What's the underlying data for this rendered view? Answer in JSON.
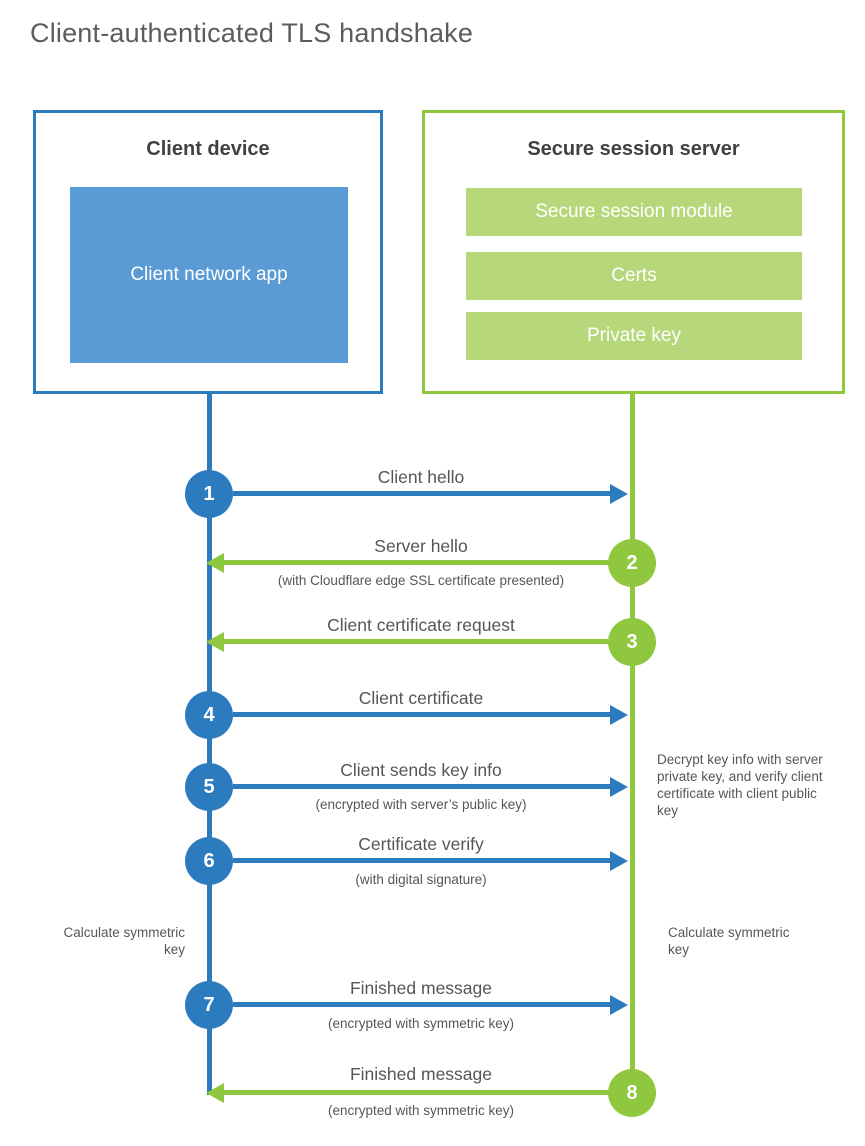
{
  "title": "Client-authenticated TLS handshake",
  "colors": {
    "blue": "#2d7bbf",
    "blue_light": "#5b9bd5",
    "green": "#8fc73e",
    "green_light": "#b6d77a"
  },
  "client": {
    "title": "Client device",
    "app_label": "Client network app"
  },
  "server": {
    "title": "Secure session server",
    "modules": {
      "0": "Secure session module",
      "1": "Certs",
      "2": "Private key"
    }
  },
  "messages": [
    {
      "num": "1",
      "from": "client",
      "label": "Client hello",
      "sublabel": ""
    },
    {
      "num": "2",
      "from": "server",
      "label": "Server hello",
      "sublabel": "(with Cloudflare edge SSL certificate presented)"
    },
    {
      "num": "3",
      "from": "server",
      "label": "Client certificate request",
      "sublabel": ""
    },
    {
      "num": "4",
      "from": "client",
      "label": "Client certificate",
      "sublabel": ""
    },
    {
      "num": "5",
      "from": "client",
      "label": "Client sends key info",
      "sublabel": "(encrypted with server’s public key)"
    },
    {
      "num": "6",
      "from": "client",
      "label": "Certificate verify",
      "sublabel": "(with digital signature)"
    },
    {
      "num": "7",
      "from": "client",
      "label": "Finished message",
      "sublabel": "(encrypted with symmetric key)"
    },
    {
      "num": "8",
      "from": "server",
      "label": "Finished message",
      "sublabel": "(encrypted with symmetric key)"
    }
  ],
  "notes": {
    "decrypt": "Decrypt key info with server private key, and verify client certificate with client public key",
    "calc_left": "Calculate symmetric key",
    "calc_right": "Calculate symmetric key"
  }
}
